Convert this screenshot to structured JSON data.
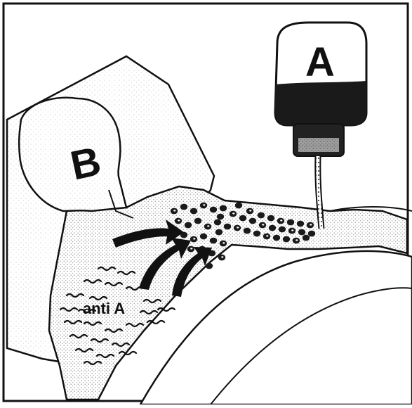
{
  "diagram": {
    "bag_label": "A",
    "patient_label": "B",
    "antibody_label": "anti A"
  },
  "colors": {
    "ink": "#111111",
    "paper": "#ffffff",
    "stipple": "#c9c9c9",
    "blood": "#1a1a1a"
  },
  "icons": {
    "blood_bag": "blood-bag-icon",
    "arrows": "curved-arrow-icon",
    "cells": "red-blood-cell-icon",
    "antibodies": "antibody-squiggle-icon"
  }
}
